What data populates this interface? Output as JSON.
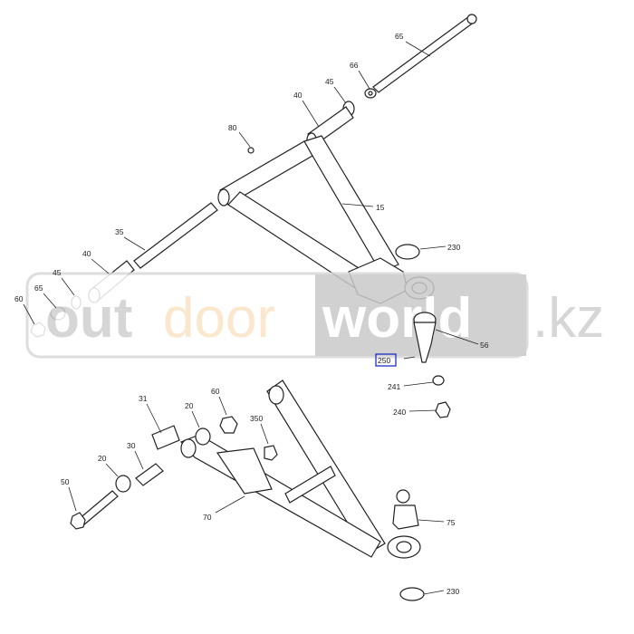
{
  "callouts": {
    "c65a": "65",
    "c66a": "66",
    "c45a": "45",
    "c40a": "40",
    "c80": "80",
    "c15": "15",
    "c35": "35",
    "c40b": "40",
    "c45b": "45",
    "c65b": "65",
    "c60a": "60",
    "c230a": "230",
    "c56": "56",
    "c250": "250",
    "c241": "241",
    "c240": "240",
    "c31": "31",
    "c20a": "20",
    "c60b": "60",
    "c350": "350",
    "c30": "30",
    "c20b": "20",
    "c50": "50",
    "c70": "70",
    "c75": "75",
    "c230b": "230"
  },
  "highlighted_callout": "250",
  "watermark": {
    "out": "out",
    "door": "door",
    "world": "world",
    "tld": ".kz"
  },
  "colors": {
    "highlight": "#1f2fbf",
    "door": "#fbe3c6",
    "panel": "#c9c9c9"
  }
}
